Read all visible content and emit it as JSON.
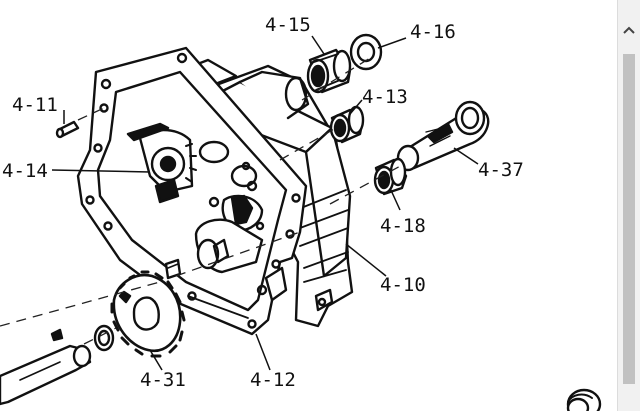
{
  "labels": {
    "l415": "4-15",
    "l416": "4-16",
    "l411": "4-11",
    "l413": "4-13",
    "l414": "4-14",
    "l437": "4-37",
    "l418": "4-18",
    "l410": "4-10",
    "l431": "4-31",
    "l412": "4-12"
  },
  "scrollbar": {
    "up_icon": "chevron-up-icon"
  }
}
